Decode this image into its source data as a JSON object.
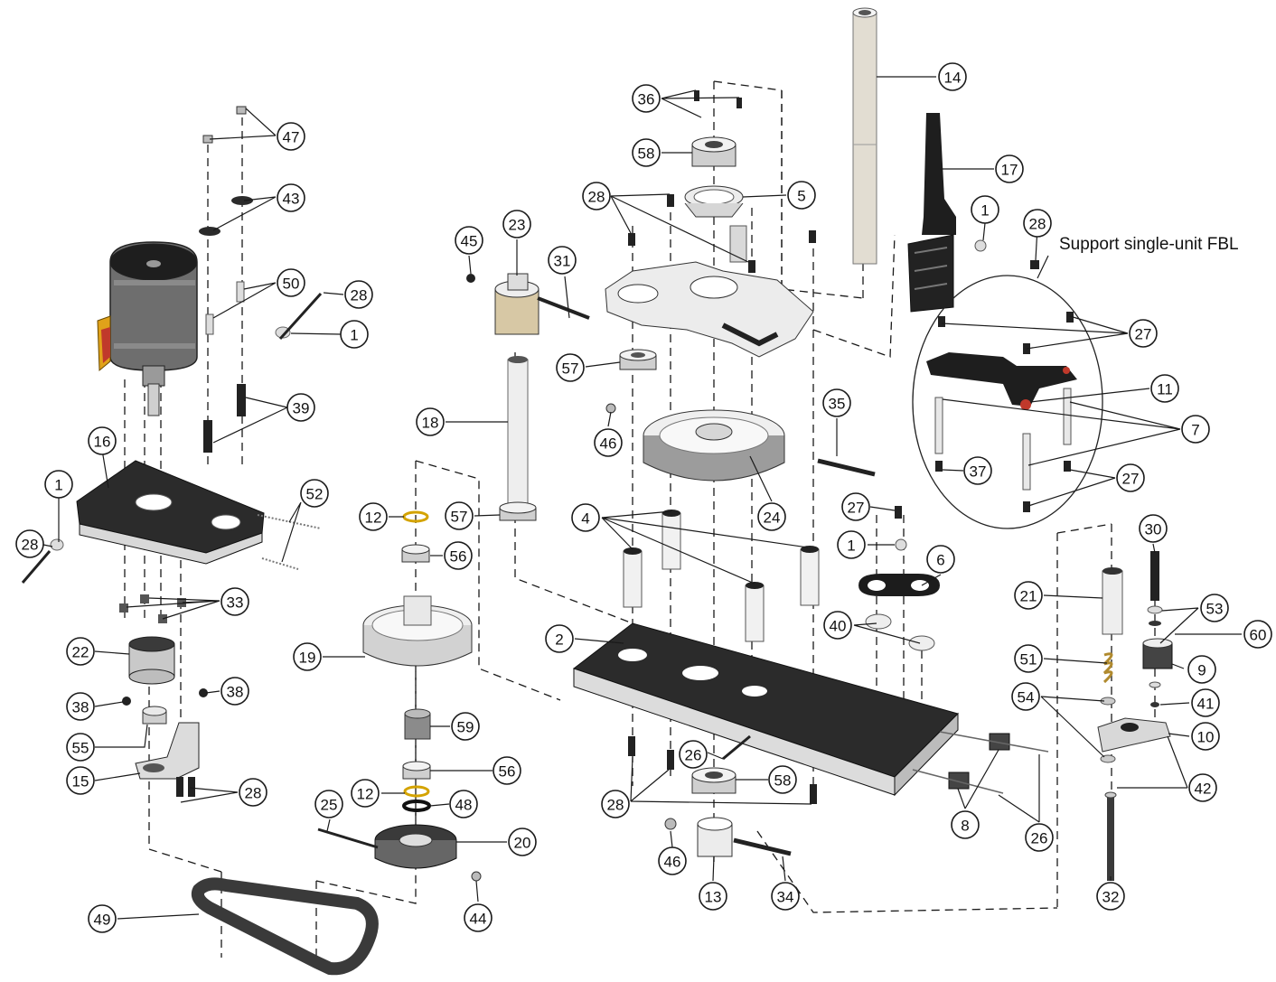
{
  "note": {
    "text": "Support single-unit FBL"
  },
  "colors": {
    "plate_dark": "#2b2b2b",
    "part_light": "#e4e4e4",
    "part_mid": "#b9b9b9",
    "metal_dark": "#555555",
    "motor_accent": "#e0a21a",
    "motor_red": "#c0392b",
    "line": "#1a1a1a"
  },
  "callouts": [
    {
      "id": "c47",
      "label": "47"
    },
    {
      "id": "c43",
      "label": "43"
    },
    {
      "id": "c50",
      "label": "50"
    },
    {
      "id": "c28a",
      "label": "28"
    },
    {
      "id": "c1a",
      "label": "1"
    },
    {
      "id": "c39",
      "label": "39"
    },
    {
      "id": "c16",
      "label": "16"
    },
    {
      "id": "c1b",
      "label": "1"
    },
    {
      "id": "c28b",
      "label": "28"
    },
    {
      "id": "c52",
      "label": "52"
    },
    {
      "id": "c33",
      "label": "33"
    },
    {
      "id": "c22",
      "label": "22"
    },
    {
      "id": "c38a",
      "label": "38"
    },
    {
      "id": "c38b",
      "label": "38"
    },
    {
      "id": "c55",
      "label": "55"
    },
    {
      "id": "c15",
      "label": "15"
    },
    {
      "id": "c28c",
      "label": "28"
    },
    {
      "id": "c49",
      "label": "49"
    },
    {
      "id": "c45",
      "label": "45"
    },
    {
      "id": "c23",
      "label": "23"
    },
    {
      "id": "c31",
      "label": "31"
    },
    {
      "id": "c57a",
      "label": "57"
    },
    {
      "id": "c18",
      "label": "18"
    },
    {
      "id": "c12a",
      "label": "12"
    },
    {
      "id": "c56a",
      "label": "56"
    },
    {
      "id": "c57b",
      "label": "57"
    },
    {
      "id": "c19",
      "label": "19"
    },
    {
      "id": "c59",
      "label": "59"
    },
    {
      "id": "c56b",
      "label": "56"
    },
    {
      "id": "c12b",
      "label": "12"
    },
    {
      "id": "c48",
      "label": "48"
    },
    {
      "id": "c25",
      "label": "25"
    },
    {
      "id": "c20",
      "label": "20"
    },
    {
      "id": "c44",
      "label": "44"
    },
    {
      "id": "c36",
      "label": "36"
    },
    {
      "id": "c58a",
      "label": "58"
    },
    {
      "id": "c28d",
      "label": "28"
    },
    {
      "id": "c5",
      "label": "5"
    },
    {
      "id": "c14",
      "label": "14"
    },
    {
      "id": "c17",
      "label": "17"
    },
    {
      "id": "c1c",
      "label": "1"
    },
    {
      "id": "c28e",
      "label": "28"
    },
    {
      "id": "c46a",
      "label": "46"
    },
    {
      "id": "c24",
      "label": "24"
    },
    {
      "id": "c35",
      "label": "35"
    },
    {
      "id": "c4",
      "label": "4"
    },
    {
      "id": "c27a",
      "label": "27"
    },
    {
      "id": "c1d",
      "label": "1"
    },
    {
      "id": "c6",
      "label": "6"
    },
    {
      "id": "c40",
      "label": "40"
    },
    {
      "id": "c2",
      "label": "2"
    },
    {
      "id": "c26a",
      "label": "26"
    },
    {
      "id": "c58b",
      "label": "58"
    },
    {
      "id": "c28f",
      "label": "28"
    },
    {
      "id": "c46b",
      "label": "46"
    },
    {
      "id": "c13",
      "label": "13"
    },
    {
      "id": "c34",
      "label": "34"
    },
    {
      "id": "c8",
      "label": "8"
    },
    {
      "id": "c26b",
      "label": "26"
    },
    {
      "id": "c27b",
      "label": "27"
    },
    {
      "id": "c11",
      "label": "11"
    },
    {
      "id": "c7",
      "label": "7"
    },
    {
      "id": "c37",
      "label": "37"
    },
    {
      "id": "c27c",
      "label": "27"
    },
    {
      "id": "c30",
      "label": "30"
    },
    {
      "id": "c21",
      "label": "21"
    },
    {
      "id": "c53",
      "label": "53"
    },
    {
      "id": "c60",
      "label": "60"
    },
    {
      "id": "c51",
      "label": "51"
    },
    {
      "id": "c9",
      "label": "9"
    },
    {
      "id": "c54",
      "label": "54"
    },
    {
      "id": "c41",
      "label": "41"
    },
    {
      "id": "c10",
      "label": "10"
    },
    {
      "id": "c42",
      "label": "42"
    },
    {
      "id": "c32",
      "label": "32"
    }
  ]
}
